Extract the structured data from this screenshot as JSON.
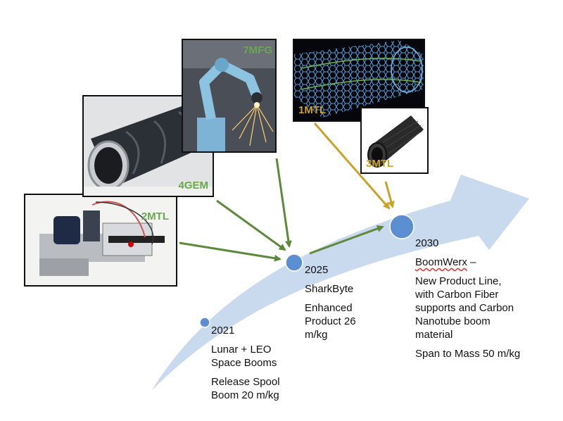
{
  "photos": [
    {
      "id": "2MTL",
      "label": "2MTL",
      "color": "#6aa84f",
      "subject": "boom release spool mechanism"
    },
    {
      "id": "4GEM",
      "label": "4GEM",
      "color": "#6aa84f",
      "subject": "rolled composite boom tube"
    },
    {
      "id": "7MFG",
      "label": "7MFG",
      "color": "#6aa84f",
      "subject": "robotic welding arm"
    },
    {
      "id": "1MTL",
      "label": "1MTL",
      "color": "#c9a227",
      "subject": "carbon nanotube lattice"
    },
    {
      "id": "3MTL",
      "label": "3MTL",
      "color": "#c9a227",
      "subject": "carbon fiber tube"
    }
  ],
  "milestones": {
    "m2021": {
      "year": "2021",
      "line1": "Lunar + LEO",
      "line2": "Space Booms",
      "line3": "Release Spool",
      "line4": "Boom 20 m/kg"
    },
    "m2025": {
      "year": "2025",
      "name": "SharkByte",
      "line1": "Enhanced",
      "line2": "Product 26",
      "line3": "m/kg"
    },
    "m2030": {
      "year": "2030",
      "name": "BoomWerx",
      "name_suffix": " –",
      "line1": "New Product Line,",
      "line2": "with Carbon Fiber",
      "line3": "supports and Carbon",
      "line4": "Nanotube boom",
      "line5": "material",
      "line6": "Span to Mass 50 m/kg"
    }
  },
  "colors": {
    "arrow": "#c9d9ee",
    "node": "#5b8fd1",
    "green_arrow": "#5d8a3a",
    "gold_arrow": "#c9a227"
  }
}
